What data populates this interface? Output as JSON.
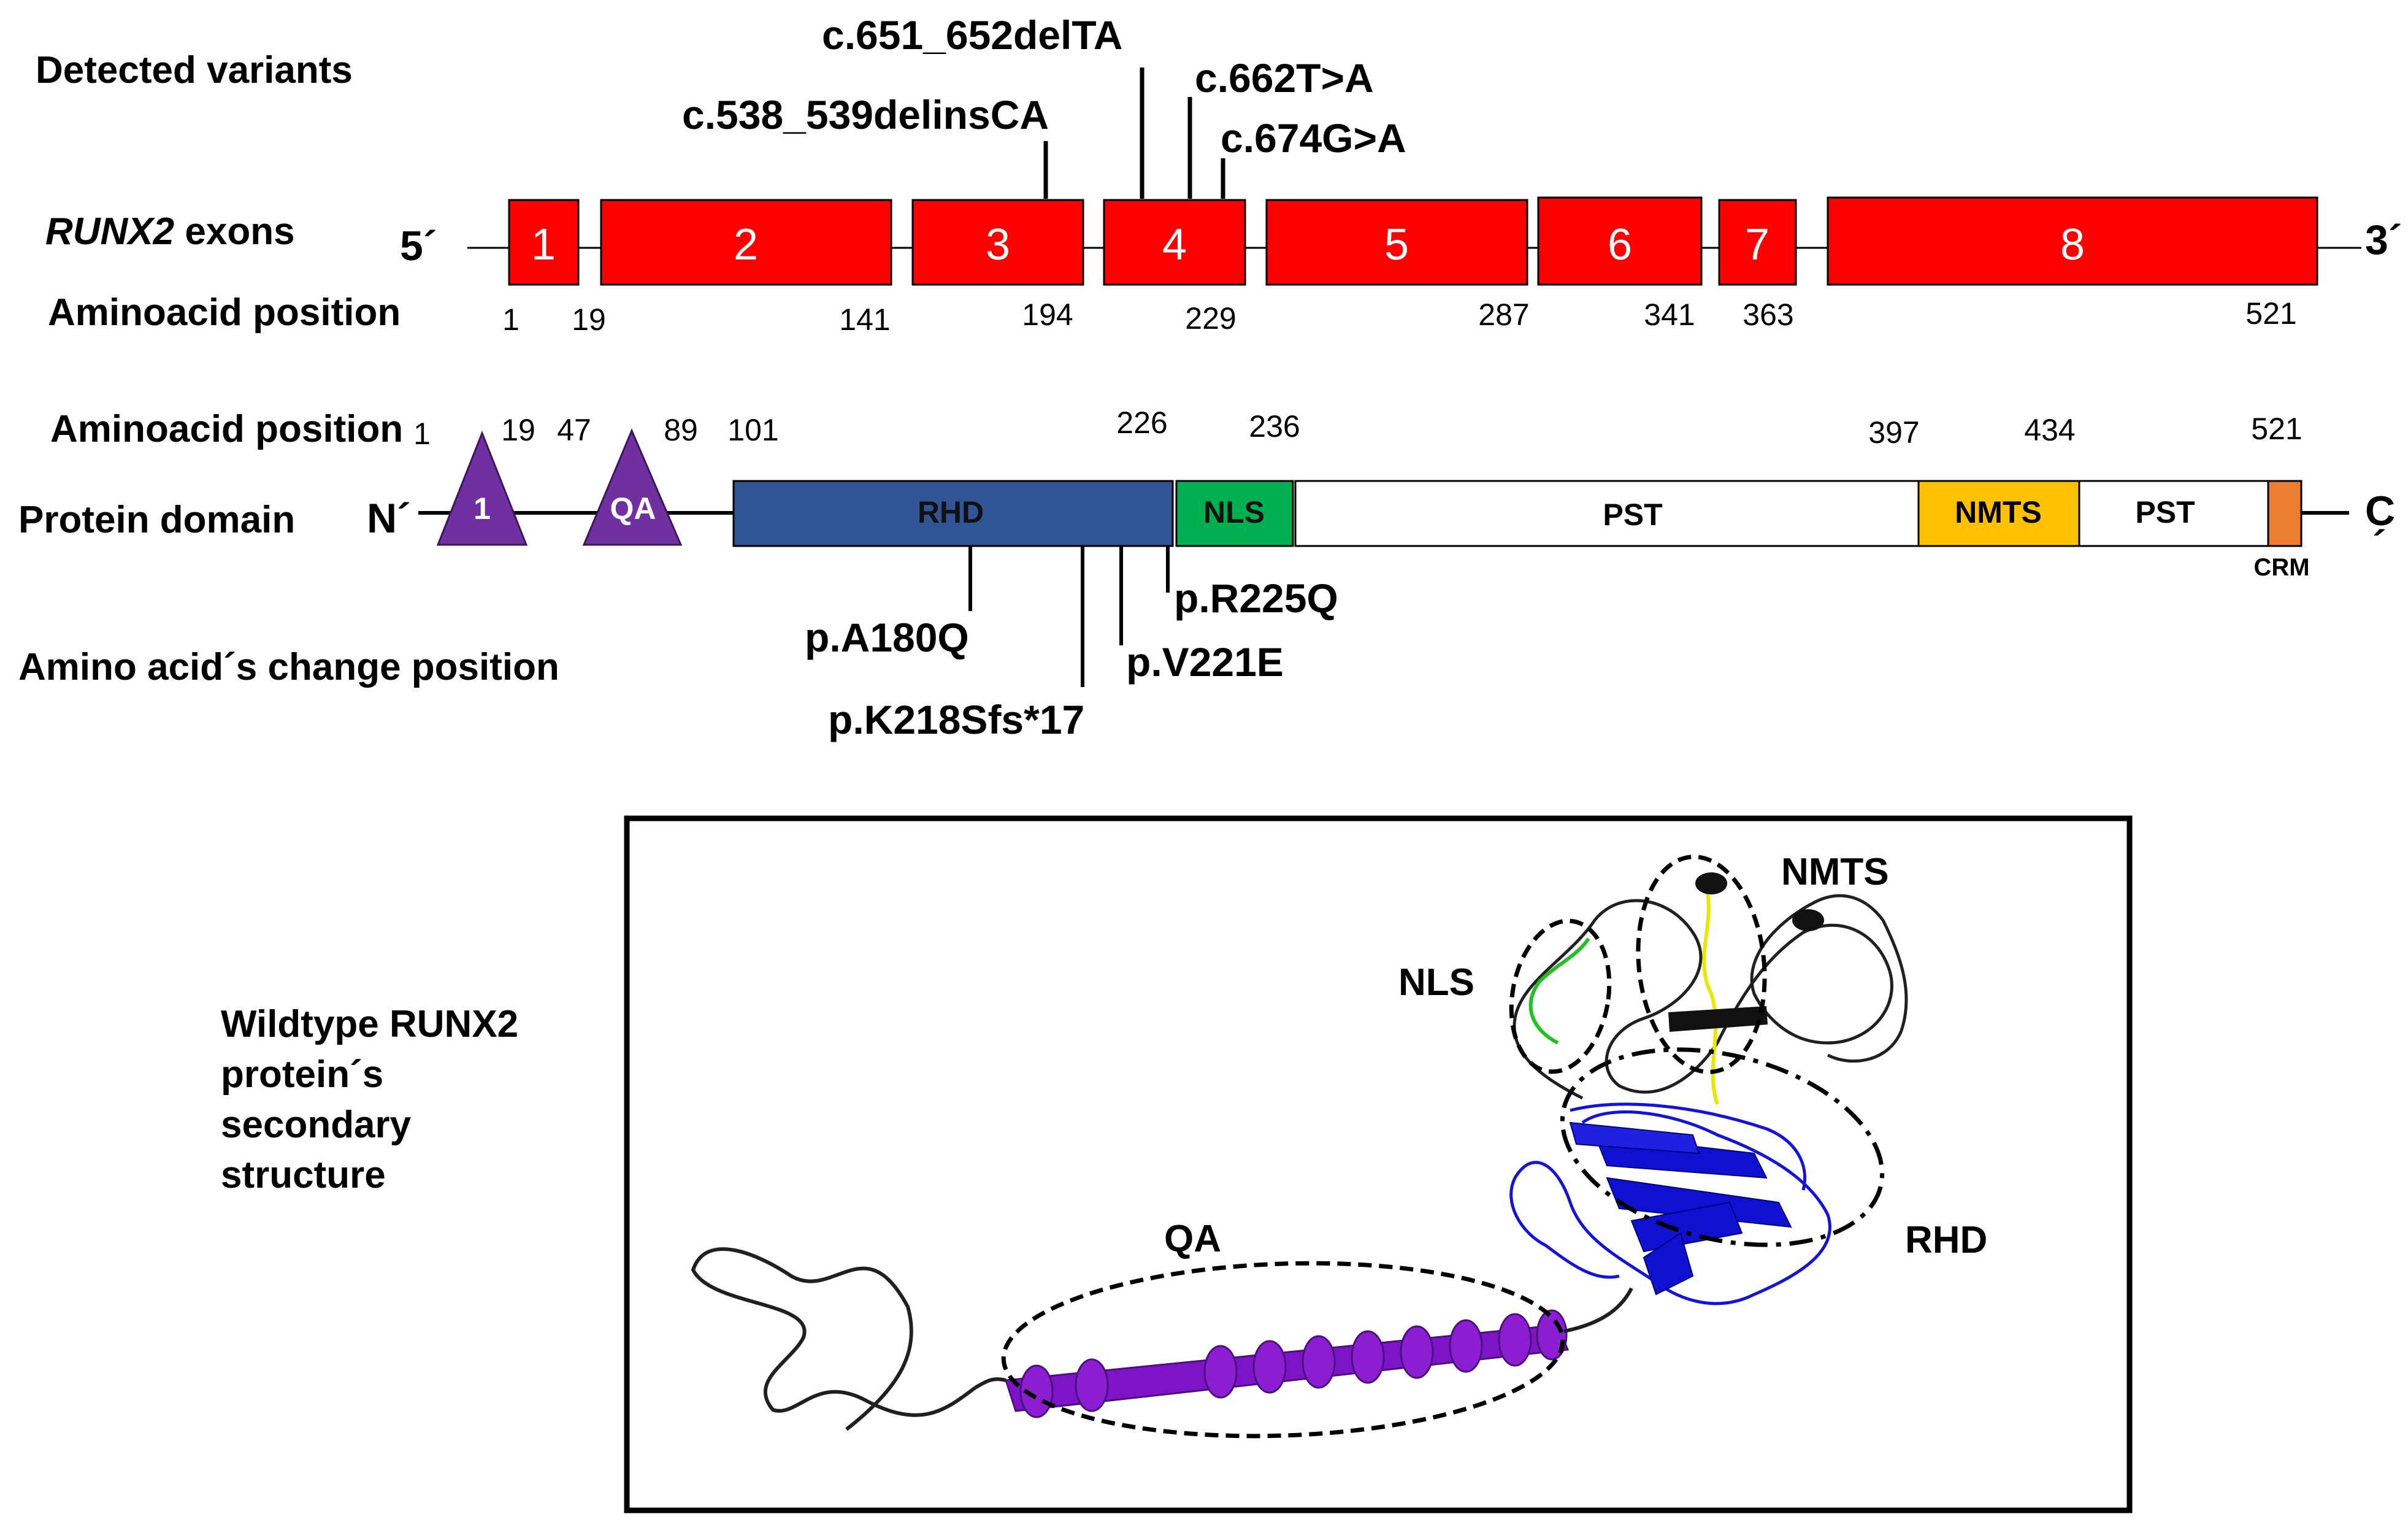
{
  "labels": {
    "detected_variants": "Detected variants",
    "exons_gene": "RUNX2",
    "exons_word": " exons",
    "aa_position_top": "Aminoacid position",
    "aa_position_bottom": "Aminoacid position",
    "protein_domain": "Protein domain",
    "aa_change": "Amino acid´s change position",
    "structure_line1": "Wildtype RUNX2",
    "structure_line2": "protein´s",
    "structure_line3": "secondary",
    "structure_line4": "structure"
  },
  "ends": {
    "five_prime": "5´",
    "three_prime": "3´",
    "n_term": "N´",
    "c_term": "C",
    "c_term_accent": "´"
  },
  "variants": [
    "c.651_652delTA",
    "c.538_539delinsCA",
    "c.662T>A",
    "c.674G>A"
  ],
  "exons": [
    "1",
    "2",
    "3",
    "4",
    "5",
    "6",
    "7",
    "8"
  ],
  "exon_positions": [
    "1",
    "19",
    "141",
    "194",
    "229",
    "287",
    "341",
    "363",
    "521"
  ],
  "protein_positions": [
    "1",
    "19",
    "47",
    "89",
    "101",
    "226",
    "236",
    "397",
    "434",
    "521"
  ],
  "domains": {
    "tri_1": "1",
    "tri_qa": "QA",
    "rhd": "RHD",
    "nls": "NLS",
    "pst1": "PST",
    "nmts": "NMTS",
    "pst2": "PST",
    "crm": "CRM"
  },
  "domain_colors": {
    "exon": "#ff0000",
    "triangles": "#7030a0",
    "rhd": "#2f5597",
    "nls": "#00b050",
    "nmts": "#ffc000",
    "crm": "#ed7d31",
    "qa_helix": "#8a1ed0",
    "rhd_structure": "#1414d8",
    "nls_structure": "#22c022",
    "nmts_structure": "#e8e800"
  },
  "changes": [
    "p.A180Q",
    "p.K218Sfs*17",
    "p.V221E",
    "p.R225Q"
  ],
  "structure_labels": {
    "nmts": "NMTS",
    "nls": "NLS",
    "qa": "QA",
    "rhd": "RHD"
  }
}
